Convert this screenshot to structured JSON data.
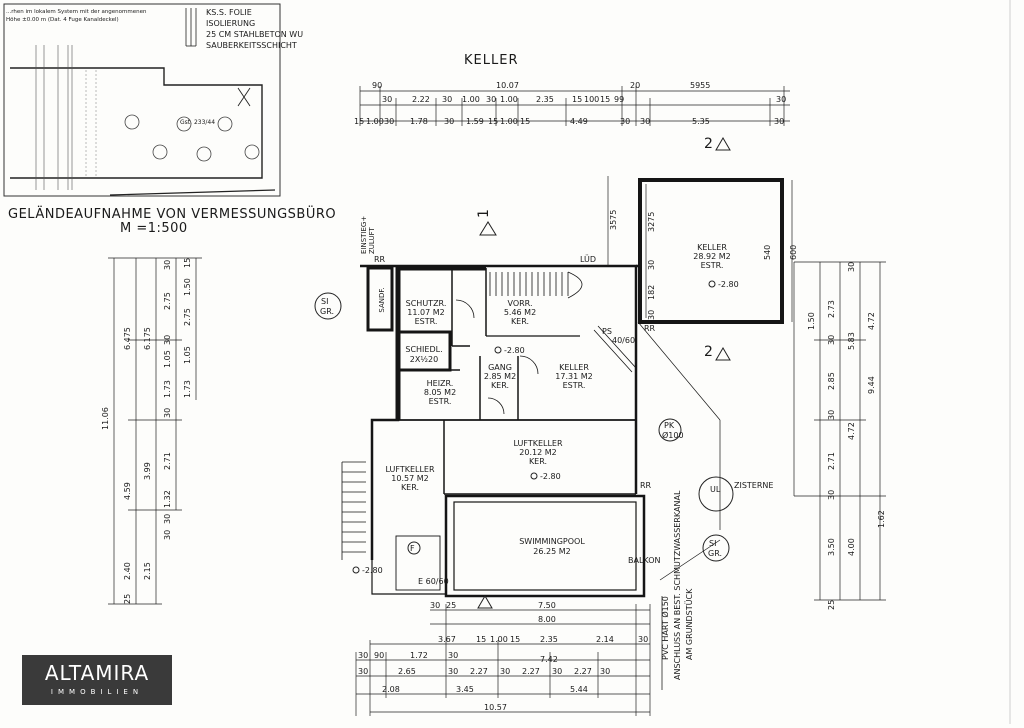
{
  "legend_lines": [
    "KS.S. FOLIE",
    "ISOLIERUNG",
    "25 CM STAHLBETON WU",
    "SAUBERKEITSSCHICHT"
  ],
  "inset_note_1": "...rhen im lokalem System mit der angenommenen",
  "inset_note_2": "Höhe ±0.00 m (Dat. 4 Fuge Kanaldeckel)",
  "inset_parcel": "Gst. 233/44",
  "survey_title": "GELÄNDEAUFNAHME VON VERMESSUNGSBÜRO",
  "survey_scale": "M =1:500",
  "floor_title": "KELLER",
  "rooms": {
    "schutzr": [
      "SCHUTZR.",
      "11.07 M2",
      "ESTR."
    ],
    "schiedl": [
      "SCHIEDL.",
      "2X½20"
    ],
    "vorr": [
      "VORR.",
      "5.46 M2",
      "KER."
    ],
    "gang": [
      "GANG",
      "2.85 M2",
      "KER."
    ],
    "keller_mid": [
      "KELLER",
      "17.31 M2",
      "ESTR."
    ],
    "heizr": [
      "HEIZR.",
      "8.05 M2",
      "ESTR."
    ],
    "keller_right": [
      "KELLER",
      "28.92 M2",
      "ESTR."
    ],
    "luftkeller_big": [
      "LUFTKELLER",
      "20.12 M2",
      "KER."
    ],
    "luftkeller_small": [
      "LUFTKELLER",
      "10.57 M2",
      "KER."
    ],
    "pool": [
      "SWIMMINGPOOL",
      "26.25 M2"
    ],
    "sande": "SANDF."
  },
  "levels": {
    "l1": "-2.80",
    "l2": "-2.80",
    "l3": "-2.80",
    "l4": "-2.80"
  },
  "markers": {
    "si_gr": [
      "SI",
      "GR."
    ],
    "pk": [
      "PK",
      "Ø100"
    ],
    "ul": "UL",
    "zisterne": "ZISTERNE",
    "rr": "RR",
    "lud": "LÜD",
    "balkon": "BALKON",
    "e": "E 60/60",
    "f": "F",
    "ps": "PS",
    "ps_size": "40/60",
    "einstieg": [
      "EINSTIEG+",
      "ZULUFT"
    ],
    "section_1": "1",
    "section_2": "2"
  },
  "pipe_text": [
    "PVC HART Ø150",
    "ANSCHLUSS AN BEST. SCHMUTZWASSERKANAL",
    "AM GRUNDSTÜCK"
  ],
  "dims_top": {
    "row1": [
      "90",
      "10.07",
      "20",
      "5955"
    ],
    "row2": [
      "30",
      "2.22",
      "30",
      "1.00",
      "30",
      "1.00",
      "2.35",
      "15",
      "100",
      "15",
      "99",
      "30"
    ],
    "row3": [
      "15",
      "1.00",
      "30",
      "1.78",
      "30",
      "1.59",
      "15",
      "1.00",
      "15",
      "4.49",
      "30",
      "30",
      "5.35",
      "30"
    ]
  },
  "dims_bottom": {
    "row1": [
      "30",
      "25",
      "7.50"
    ],
    "row2": [
      "8.00"
    ],
    "row3": [
      "3.67",
      "15",
      "1.00",
      "15",
      "2.35",
      "2.14",
      "30"
    ],
    "row4": [
      "30",
      "90",
      "1.72",
      "30",
      "7.42"
    ],
    "row5": [
      "30",
      "2.65",
      "30",
      "2.27",
      "30",
      "2.27",
      "30",
      "2.27",
      "30"
    ],
    "row6": [
      "2.08",
      "3.45",
      "5.44"
    ],
    "row7": [
      "10.57"
    ]
  },
  "dims_left": {
    "outer": "11.06",
    "col2": [
      "6.475",
      "4.59",
      "2.40",
      "25"
    ],
    "col3": [
      "6.175",
      "3.99",
      "2.15"
    ],
    "col4": [
      "30",
      "2.75",
      "30",
      "1.05",
      "1.73",
      "30",
      "2.71",
      "1.32",
      "30",
      "30"
    ],
    "col5": [
      "15",
      "1.50",
      "2.75",
      "1.05",
      "1.73"
    ]
  },
  "dims_right": {
    "col1": [
      "1.50",
      "2.73",
      "30",
      "2.85",
      "30",
      "2.71",
      "30",
      "3.50",
      "25"
    ],
    "col2": [
      "30",
      "5.83",
      "4.72",
      "1.62",
      "4.00"
    ],
    "col3": [
      "4.72",
      "9.44"
    ]
  },
  "right_keller_dims": [
    "3575",
    "3275",
    "540",
    "600",
    "30",
    "182",
    "30"
  ],
  "logo": {
    "brand": "ALTAMIRA",
    "sub": "IMMOBILIEN"
  }
}
